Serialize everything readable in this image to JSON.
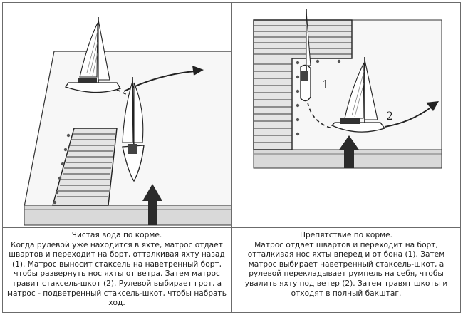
{
  "left_panel": {
    "caption_title": "Чистая вода по корме.",
    "caption_body": "Когда рулевой уже находится в яхте, матрос отдает швартов и переходит на борт, отталкивая яхту назад (1). Матрос выносит стаксель на наветренный борт, чтобы развернуть нос яхты от ветра. Затем матрос травит стаксель-шкот (2). Рулевой выбирает грот, а матрос - подветренный стаксель-шкот, чтобы набрать ход."
  },
  "right_panel": {
    "caption_title": "Препятствие по корме.",
    "caption_body": "Матрос отдает швартов и переходит на борт, отталкивая нос яхты вперед и от бона (1). Затем матрос выбирает наветренный стаксель-шкот, а рулевой перекладывает румпель на себя, чтобы увалить яхту под ветер (2). Затем травят шкоты и отходят в полный бакштаг.",
    "label_1": "1",
    "label_2": "2"
  },
  "colors": {
    "ink": "#1f1f1f",
    "water": "#f6f6f6",
    "pier": "#e3e3e3",
    "arrow": "#2b2b2b"
  }
}
